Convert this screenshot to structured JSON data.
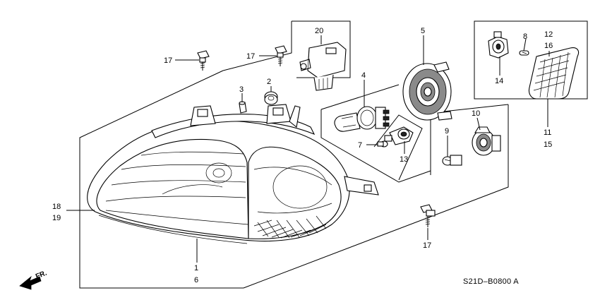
{
  "callouts": {
    "c1": "1",
    "c6": "6",
    "c2": "2",
    "c3": "3",
    "c4": "4",
    "c5": "5",
    "c7": "7",
    "c8": "8",
    "c9": "9",
    "c10": "10",
    "c11": "11",
    "c15": "15",
    "c12": "12",
    "c16": "16",
    "c13": "13",
    "c14": "14",
    "c17a": "17",
    "c17b": "17",
    "c17c": "17",
    "c18": "18",
    "c19": "19",
    "c20": "20"
  },
  "diagram_code": "S21D–B0800 A",
  "direction_label": "FR."
}
